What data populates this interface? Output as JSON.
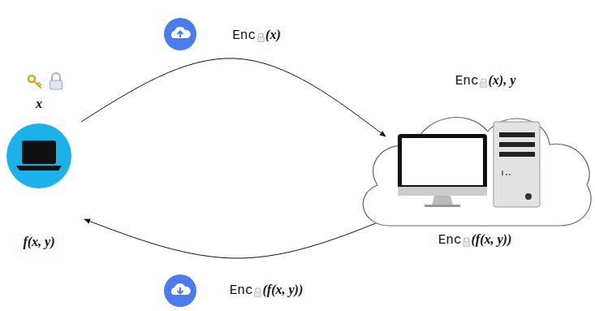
{
  "diagram": {
    "nodes": [
      {
        "text": [
          "x",
          "f(x, y)"
        ]
      },
      {
        "text": [
          "Enc(x), y",
          "Enc(f(x, y))"
        ]
      }
    ],
    "edges": [
      {
        "from": 0,
        "to": 1,
        "arrow": "to",
        "label": "Enc(x)"
      },
      {
        "from": 1,
        "to": 0,
        "arrow": "to",
        "label": "Enc(f(x, y))"
      }
    ]
  }
}
